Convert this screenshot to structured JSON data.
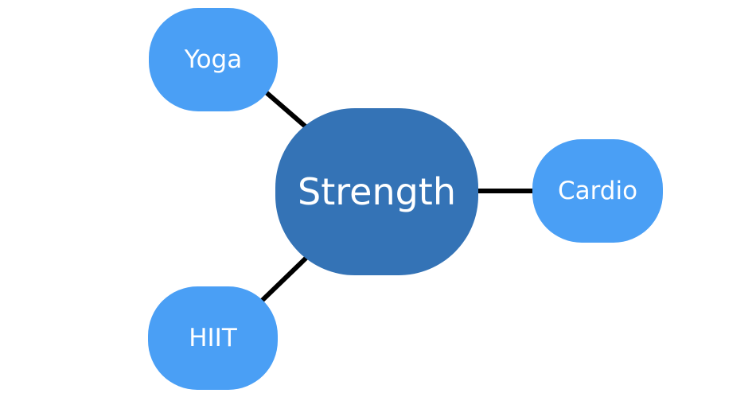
{
  "diagram": {
    "center": {
      "label": "Strength"
    },
    "nodes": [
      {
        "id": "yoga",
        "label": "Yoga"
      },
      {
        "id": "cardio",
        "label": "Cardio"
      },
      {
        "id": "hiit",
        "label": "HIIT"
      }
    ],
    "edges": [
      {
        "from": "center",
        "to": "yoga"
      },
      {
        "from": "center",
        "to": "cardio"
      },
      {
        "from": "center",
        "to": "hiit"
      }
    ]
  },
  "colors": {
    "center_fill": "#3473b6",
    "outer_fill": "#4a9ff5",
    "connector": "#000000",
    "text": "#ffffff",
    "background": "#ffffff"
  }
}
